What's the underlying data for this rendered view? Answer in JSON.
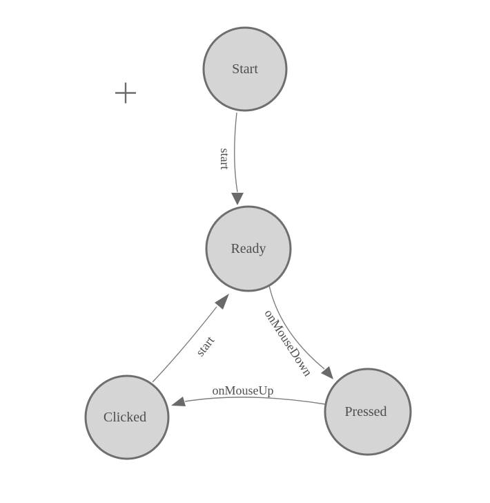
{
  "diagram": {
    "type": "state-machine"
  },
  "colors": {
    "background": "#ffffff",
    "node_fill": "#d5d5d5",
    "node_stroke": "#6e6e6e",
    "node_text": "#4e4e4e",
    "edge_stroke": "#7d7d7d",
    "arrow_fill": "#696969",
    "edge_label_text": "#4f4f4f",
    "plus_icon": "#6b6b6b"
  },
  "icons": [
    {
      "name": "plus-icon",
      "glyph": "+"
    }
  ],
  "nodes": [
    {
      "id": "start",
      "label": "Start"
    },
    {
      "id": "ready",
      "label": "Ready"
    },
    {
      "id": "clicked",
      "label": "Clicked"
    },
    {
      "id": "pressed",
      "label": "Pressed"
    }
  ],
  "edges": [
    {
      "from": "Start",
      "to": "Ready",
      "label": "start"
    },
    {
      "from": "Ready",
      "to": "Pressed",
      "label": "onMouseDown"
    },
    {
      "from": "Pressed",
      "to": "Clicked",
      "label": "onMouseUp"
    },
    {
      "from": "Clicked",
      "to": "Ready",
      "label": "start"
    }
  ]
}
